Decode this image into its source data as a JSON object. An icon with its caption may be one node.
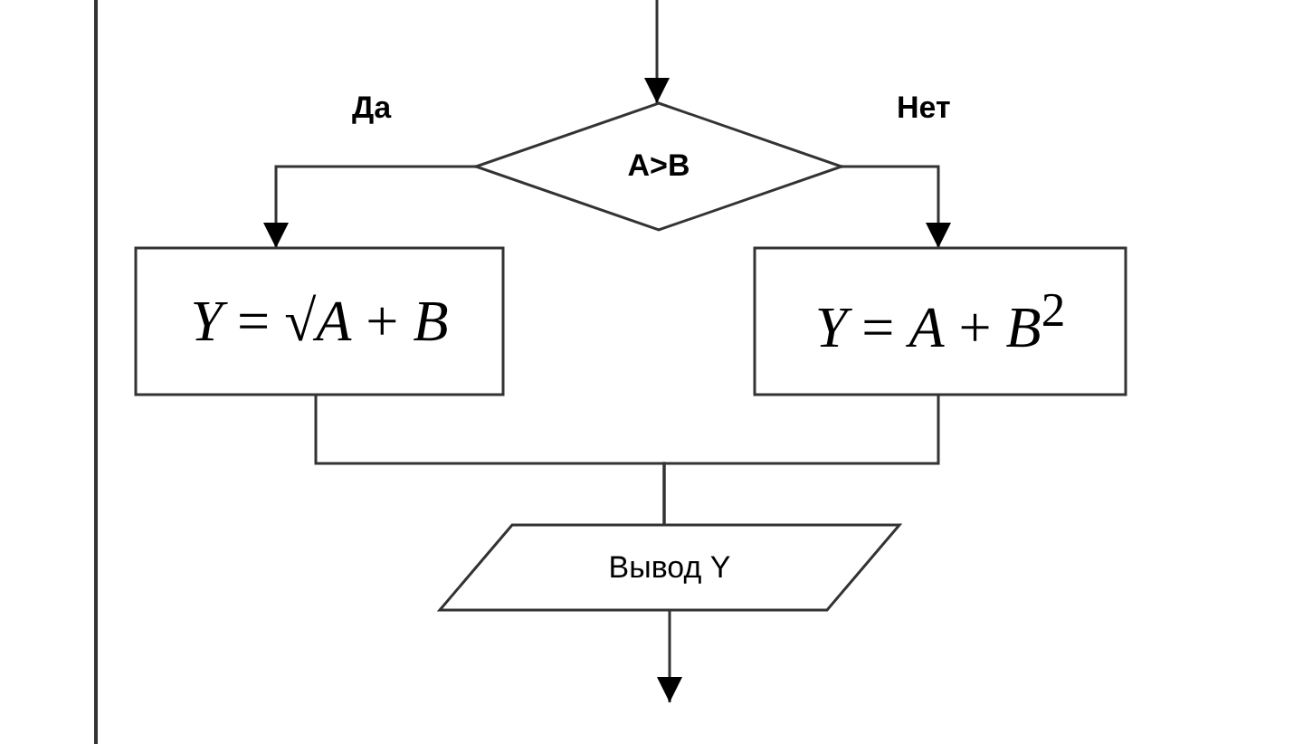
{
  "diagram": {
    "nodes": [
      {
        "text": [
          "A>B"
        ]
      },
      {
        "text": [
          "*Y* = √*A* + *B*"
        ]
      },
      {
        "text": [
          "*Y* = *A* + *B*$^{2}$"
        ]
      },
      {
        "text": [
          "Вывод Y"
        ]
      }
    ],
    "edges": [
      {
        "from": null,
        "to": 0,
        "arrow": "to"
      },
      {
        "from": 0,
        "to": 1,
        "arrow": "to",
        "label": "Да"
      },
      {
        "from": 0,
        "to": 2,
        "arrow": "to",
        "label": "Нет"
      },
      {
        "from": 1,
        "to": 3,
        "arrow": "none"
      },
      {
        "from": 2,
        "to": 3,
        "arrow": "none"
      },
      {
        "from": 3,
        "to": null,
        "arrow": "to"
      }
    ]
  }
}
